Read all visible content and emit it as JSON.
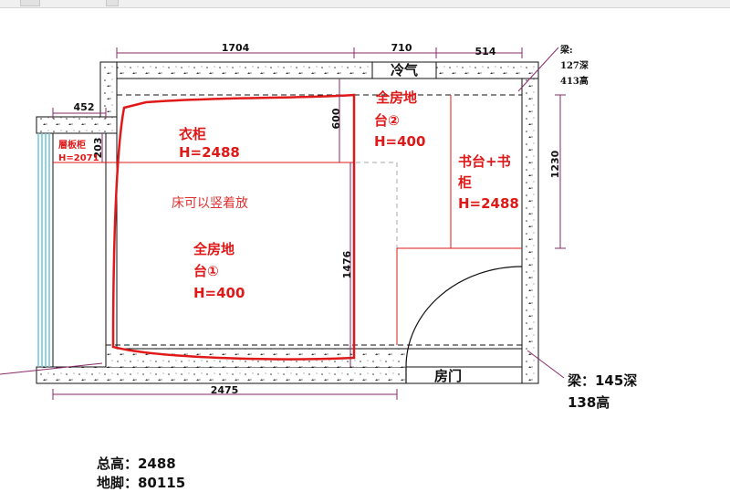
{
  "dimensions": {
    "top_left_width": "1704",
    "top_mid_width": "710",
    "top_right_width": "514",
    "left_ledge_width": "452",
    "bottom_width": "2475",
    "wardrobe_depth": "600",
    "right_height": "1230",
    "small_203": "203",
    "platform_height": "1476"
  },
  "labels": {
    "aircon": "冷气",
    "wardrobe_name": "衣柜",
    "wardrobe_height": "H=2488",
    "bed_note": "床可以竖着放",
    "platform1_line1": "全房地",
    "platform1_line2": "台①",
    "platform1_height": "H=400",
    "platform2_line1": "全房地",
    "platform2_line2": "台②",
    "platform2_height": "H=400",
    "desk_line1": "书台+书",
    "desk_line2": "柜",
    "desk_height": "H=2488",
    "laminate_cabinet": "層板柜",
    "laminate_height": "H=2071",
    "door": "房门",
    "beam_top_title": "梁:",
    "beam_top_depth": "127深",
    "beam_top_height": "413高",
    "beam_bottom_line1": "梁：145深",
    "beam_bottom_line2": "138高"
  },
  "footer": {
    "total_height": "总高：2488",
    "second_line": "地脚：80115"
  },
  "colors": {
    "wall_line": "#111111",
    "red_accent": "#e01818",
    "dimension_line": "#8a2a6a",
    "window_blue": "#6fc7d6"
  }
}
